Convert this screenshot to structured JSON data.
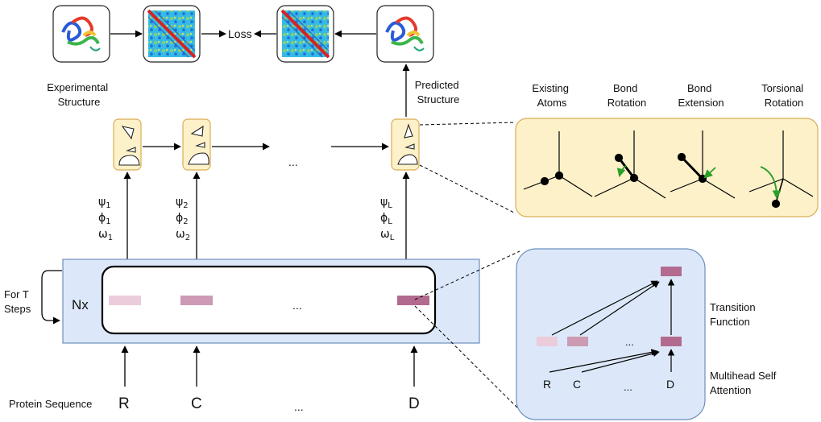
{
  "loss_label": "Loss",
  "experimental_structure": [
    "Experimental",
    "Structure"
  ],
  "predicted_structure": [
    "Predicted",
    "Structure"
  ],
  "ellipsis": "...",
  "angles": [
    {
      "psi": "ψ",
      "phi": "ϕ",
      "omega": "ω",
      "sub": "1"
    },
    {
      "psi": "ψ",
      "phi": "ϕ",
      "omega": "ω",
      "sub": "2"
    },
    {
      "psi": "ψ",
      "phi": "ϕ",
      "omega": "ω",
      "sub": "L"
    }
  ],
  "loop_label": [
    "For T",
    "Steps"
  ],
  "nx_label": "Nx",
  "protein_sequence_label": "Protein Sequence",
  "sequence": [
    "R",
    "C",
    "...",
    "D"
  ],
  "operations": {
    "existing_atoms": [
      "Existing",
      "Atoms"
    ],
    "bond_rotation": [
      "Bond",
      "Rotation"
    ],
    "bond_extension": [
      "Bond",
      "Extension"
    ],
    "torsional_rotation": [
      "Torsional",
      "Rotation"
    ]
  },
  "transformer_detail": {
    "transition_function": [
      "Transition",
      "Function"
    ],
    "multihead_self_attention": [
      "Multihead Self",
      "Attention"
    ],
    "inputs": [
      "R",
      "C",
      "...",
      "D"
    ]
  },
  "colors": {
    "yellow_fill": "#fdf1c9",
    "yellow_stroke": "#d9ae55",
    "blue_fill": "#dce8f9",
    "blue_stroke": "#6d8fbf",
    "token_dark": "#b26b8f",
    "token_mid": "#cc9ab3",
    "token_light": "#ebccdb",
    "green_arrow": "#2aa02a"
  }
}
